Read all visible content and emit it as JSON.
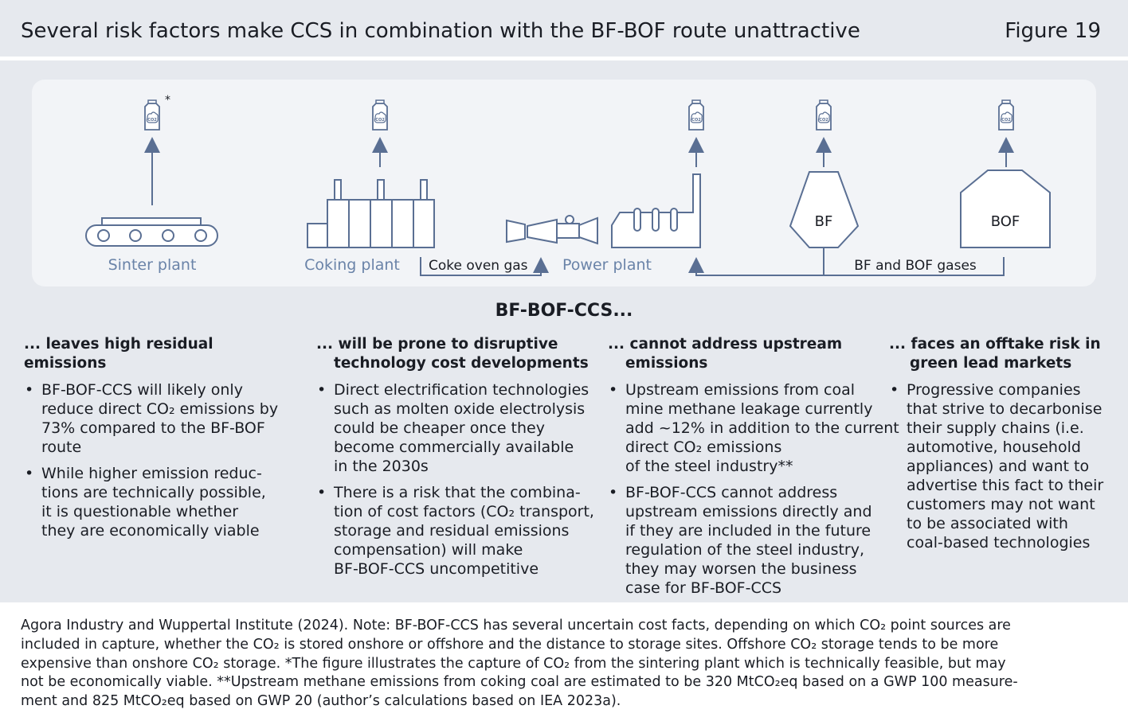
{
  "header": {
    "title": "Several risk factors make CCS in combination with the BF-BOF route unattractive",
    "figure_label": "Figure 19"
  },
  "diagram": {
    "co2_icon_text": "CO2",
    "asterisk": "*",
    "plants": {
      "sinter": "Sinter plant",
      "coking": "Coking plant",
      "power": "Power plant",
      "bf": "BF",
      "bof": "BOF"
    },
    "flows": {
      "coke_oven_gas": "Coke oven gas",
      "bf_bof_gases": "BF and BOF gases"
    },
    "colors": {
      "line": "#5a6f93",
      "label": "#6a83a8",
      "fill": "#ffffff"
    }
  },
  "subtitle": "BF-BOF-CCS...",
  "columns": [
    {
      "heading": [
        "... leaves high residual emissions"
      ],
      "bullets": [
        [
          "BF-BOF-CCS will likely only",
          "reduce direct CO₂ emissions by",
          "73% compared to the BF-BOF",
          "route"
        ],
        [
          "While higher emission reduc-",
          "tions are technically possible,",
          "it is questionable whether",
          "they are economically viable"
        ]
      ]
    },
    {
      "heading": [
        "... will be prone to disruptive",
        "technology cost developments"
      ],
      "bullets": [
        [
          "Direct electrification technologies",
          "such as molten oxide electrolysis",
          "could be cheaper once they",
          "become commercially available",
          "in the 2030s"
        ],
        [
          "There is a risk that the combina-",
          "tion of cost factors (CO₂ transport,",
          "storage and residual emissions",
          "compensation) will make",
          "BF-BOF-CCS uncompetitive"
        ]
      ]
    },
    {
      "heading": [
        "... cannot address upstream",
        "emissions"
      ],
      "bullets": [
        [
          "Upstream emissions from coal",
          "mine methane leakage currently",
          "add ~12% in addition to the current",
          "direct CO₂ emissions",
          "of the steel industry**"
        ],
        [
          "BF-BOF-CCS cannot address",
          "upstream emissions directly and",
          "if they are included in the future",
          "regulation of the steel industry,",
          "they may worsen the business",
          "case for BF-BOF-CCS"
        ]
      ]
    },
    {
      "heading": [
        "... faces an offtake risk in",
        "green lead markets"
      ],
      "bullets": [
        [
          "Progressive companies",
          "that strive to decarbonise",
          "their supply chains (i.e.",
          "automotive, household",
          "appliances) and want to",
          "advertise this fact to their",
          "customers may not want",
          "to be associated with",
          "coal-based technologies"
        ]
      ]
    }
  ],
  "footer": {
    "lines": [
      "Agora Industry and Wuppertal Institute (2024). Note: BF-BOF-CCS has several uncertain cost facts, depending on which CO₂ point sources are",
      "included in capture, whether the CO₂ is stored onshore or offshore and the distance to storage sites. Offshore CO₂ storage tends to be more",
      "expensive than onshore CO₂ storage. *The figure illustrates the capture of CO₂ from the sintering plant which is technically feasible, but may",
      "not be economically viable. **Upstream methane emissions from coking coal are estimated to be 320 MtCO₂eq based on a GWP 100 measure-",
      "ment and 825 MtCO₂eq based on GWP 20 (author’s calculations based on IEA 2023a)."
    ]
  }
}
